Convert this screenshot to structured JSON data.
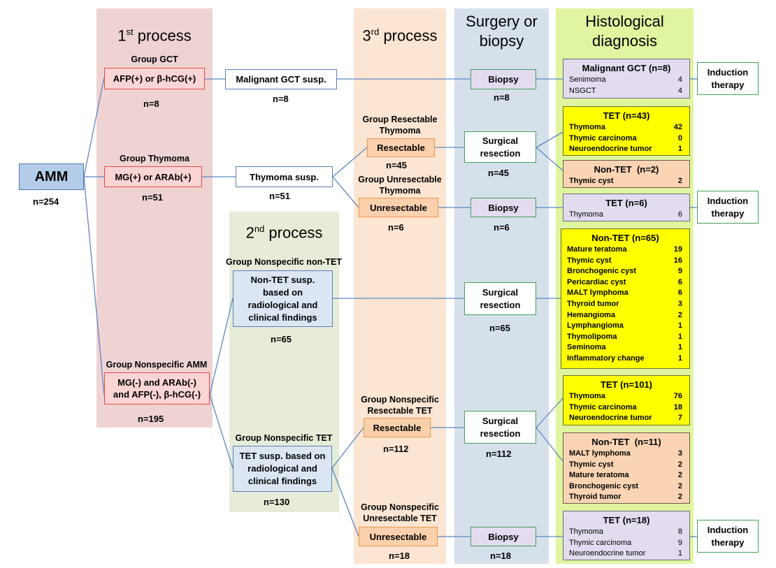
{
  "columns": {
    "p1": {
      "title_main": "1",
      "title_sup": "st",
      "title_rest": " process"
    },
    "p2": {
      "title_main": "2",
      "title_sup": "nd",
      "title_rest": " process"
    },
    "p3": {
      "title_main": "3",
      "title_sup": "rd",
      "title_rest": " process"
    },
    "surgery": {
      "title": "Surgery or biopsy"
    },
    "histo": {
      "title": "Histological diagnosis"
    }
  },
  "amm": {
    "label": "AMM",
    "n": "n=254"
  },
  "p1": {
    "gct": {
      "group": "Group GCT",
      "box": "AFP(+) or β-hCG(+)",
      "n": "n=8"
    },
    "thymoma": {
      "group": "Group Thymoma",
      "box": "MG(+) or ARAb(+)",
      "n": "n=51"
    },
    "nonspecific": {
      "group": "Group Nonspecific AMM",
      "box": "MG(-) and ARAb(-) and AFP(-), β-hCG(-)",
      "n": "n=195"
    }
  },
  "suspicion": {
    "gct": {
      "box": "Malignant GCT susp.",
      "n": "n=8"
    },
    "thymoma": {
      "box": "Thymoma susp.",
      "n": "n=51"
    }
  },
  "p2": {
    "nontet": {
      "group": "Group Nonspecific non-TET",
      "box": "Non-TET susp. based on radiological and clinical findings",
      "n": "n=65"
    },
    "tet": {
      "group": "Group Nonspecific TET",
      "box": "TET susp. based on radiological and clinical findings",
      "n": "n=130"
    }
  },
  "p3": {
    "res_thy": {
      "group": "Group Resectable Thymoma",
      "box": "Resectable",
      "n": "n=45"
    },
    "unres_thy": {
      "group": "Group Unresectable Thymoma",
      "box": "Unresectable",
      "n": "n=6"
    },
    "res_tet": {
      "group": "Group Nonspecific Resectable TET",
      "box": "Resectable",
      "n": "n=112"
    },
    "unres_tet": {
      "group": "Group Nonspecific Unresectable TET",
      "box": "Unresectable",
      "n": "n=18"
    }
  },
  "surgery": {
    "b1": {
      "box": "Biopsy",
      "n": "n=8"
    },
    "s1": {
      "box": "Surgical resection",
      "n": "n=45"
    },
    "b2": {
      "box": "Biopsy",
      "n": "n=6"
    },
    "s2": {
      "box": "Surgical resection",
      "n": "n=65"
    },
    "s3": {
      "box": "Surgical resection",
      "n": "n=112"
    },
    "b3": {
      "box": "Biopsy",
      "n": "n=18"
    }
  },
  "histo": {
    "h1": {
      "title": "Malignant GCT (n=8)",
      "rows": [
        [
          "Senimoma",
          "4"
        ],
        [
          "NSGCT",
          "4"
        ]
      ]
    },
    "h2": {
      "title": "TET (n=43)",
      "rows": [
        [
          "Thymoma",
          "42"
        ],
        [
          "Thymic carcinoma",
          "0"
        ],
        [
          "Neuroendocrine tumor",
          "1"
        ]
      ]
    },
    "h3": {
      "title": "Non-TET  (n=2)",
      "rows": [
        [
          "Thymic cyst",
          "2"
        ]
      ]
    },
    "h4": {
      "title": "TET (n=6)",
      "rows": [
        [
          "Thymoma",
          "6"
        ]
      ]
    },
    "h5": {
      "title": "Non-TET (n=65)",
      "rows": [
        [
          "Mature teratoma",
          "19"
        ],
        [
          "Thymic cyst",
          "16"
        ],
        [
          "Bronchogenic cyst",
          "9"
        ],
        [
          "Pericardiac cyst",
          "6"
        ],
        [
          "MALT lymphoma",
          "6"
        ],
        [
          "Thyroid tumor",
          "3"
        ],
        [
          "Hemangioma",
          "2"
        ],
        [
          "Lymphangioma",
          "1"
        ],
        [
          "Thymolipoma",
          "1"
        ],
        [
          "Seminoma",
          "1"
        ],
        [
          "Inflammatory change",
          "1"
        ]
      ]
    },
    "h6": {
      "title": "TET (n=101)",
      "rows": [
        [
          "Thymoma",
          "76"
        ],
        [
          "Thymic carcinoma",
          "18"
        ],
        [
          "Neuroendocrine tumor",
          "7"
        ]
      ]
    },
    "h7": {
      "title": "Non-TET  (n=11)",
      "rows": [
        [
          "MALT lymphoma",
          "3"
        ],
        [
          "Thymic cyst",
          "2"
        ],
        [
          "Mature teratoma",
          "2"
        ],
        [
          "Bronchogenic cyst",
          "2"
        ],
        [
          "Thyroid tumor",
          "2"
        ]
      ]
    },
    "h8": {
      "title": "TET (n=18)",
      "rows": [
        [
          "Thymoma",
          "8"
        ],
        [
          "Thymic carcinoma",
          "9"
        ],
        [
          "Neuroendocrine tumor",
          "1"
        ]
      ]
    }
  },
  "induction": {
    "i1": "Induction therapy",
    "i2": "Induction therapy",
    "i3": "Induction therapy"
  },
  "colors": {
    "p1_bg": "#efd3d3",
    "p2_bg": "#e6ecd8",
    "p3_bg": "#fce5d2",
    "surgery_bg": "#d6e0eb",
    "histo_bg": "#dff5a0",
    "line": "#5b86c5"
  }
}
